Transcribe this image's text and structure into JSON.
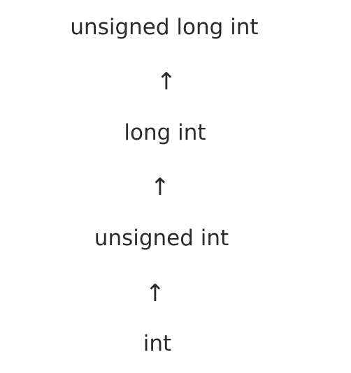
{
  "hierarchy": {
    "levels": [
      {
        "label": "unsigned long int"
      },
      {
        "label": "long int"
      },
      {
        "label": "unsigned int"
      },
      {
        "label": "int"
      }
    ],
    "arrow_glyph": "↑"
  }
}
